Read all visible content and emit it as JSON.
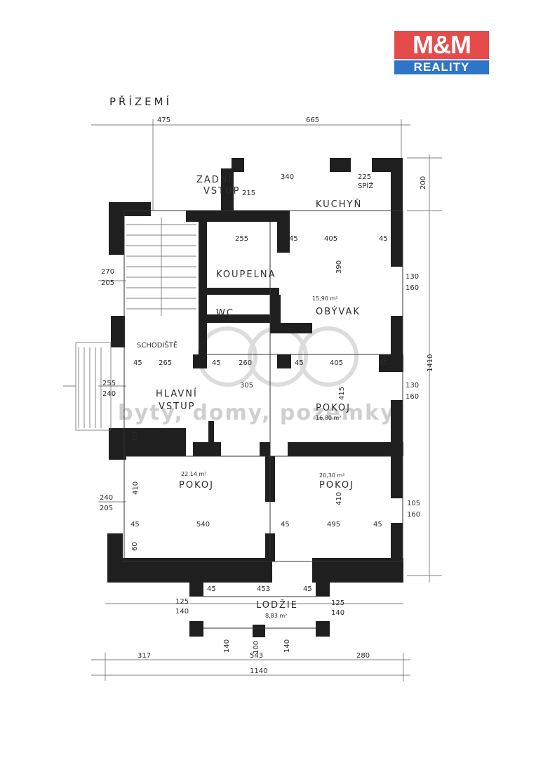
{
  "brand": {
    "logo_top": "M&M",
    "logo_bottom": "REALITY",
    "color_top": "#e64b4b",
    "color_bottom": "#2f75c7"
  },
  "plan": {
    "title": "PŘÍZEMÍ",
    "watermark": "byty, domy, pozemky",
    "rooms": {
      "zadni_vstup_1": "ZADNÍ",
      "zadni_vstup_2": "VSTUP",
      "kuchyn": "KUCHYŇ",
      "spiz": "SPÍŽ",
      "koupelna": "KOUPELNA",
      "wc": "WC",
      "schodiste": "SCHODIŠTĚ",
      "obyvak": "OBÝVAK",
      "obyvak_area": "15,90 m²",
      "hlavni_vstup_1": "HLAVNÍ",
      "hlavni_vstup_2": "VSTUP",
      "pokoj1": "POKOJ",
      "pokoj1_area": "16,80 m²",
      "pokoj2": "POKOJ",
      "pokoj2_area": "22,14 m²",
      "pokoj3": "POKOJ",
      "pokoj3_area": "20,30 m²",
      "lodzie": "LODŽIE",
      "lodzie_area": "8,83 m²"
    },
    "dims": {
      "top_left": "475",
      "top_main": "665",
      "r_200": "200",
      "r_130a": "130",
      "r_160a": "160",
      "r_1410": "1410",
      "r_130b": "130",
      "r_160b": "160",
      "r_105": "105",
      "r_160c": "160",
      "l_270": "270",
      "l_205a": "205",
      "l_255": "255",
      "l_240a": "240",
      "l_240b": "240",
      "l_205b": "205",
      "k_405": "405",
      "k_390": "390",
      "k_45a": "45",
      "k_45b": "45",
      "c_255": "255",
      "c_225": "225",
      "c_340": "340",
      "c_215": "215",
      "m_45a": "45",
      "m_265": "265",
      "m_45b": "45",
      "m_260": "260",
      "m_45c": "45",
      "m_405": "405",
      "m_45d": "45",
      "m_305": "305",
      "m_415": "415",
      "b_45a": "45",
      "b_540": "540",
      "b_45b": "45",
      "b_495": "495",
      "b_45c": "45",
      "b_410a": "410",
      "b_410b": "410",
      "b_60a": "60",
      "b_60b": "60",
      "g_45a": "45",
      "g_453": "453",
      "g_45b": "45",
      "g_125a": "125",
      "g_140a": "140",
      "g_125b": "125",
      "g_140b": "140",
      "bot_317": "317",
      "bot_543": "543",
      "bot_280": "280",
      "bot_1140": "1140",
      "s_140a": "140",
      "s_100": "100",
      "s_140b": "140"
    }
  }
}
